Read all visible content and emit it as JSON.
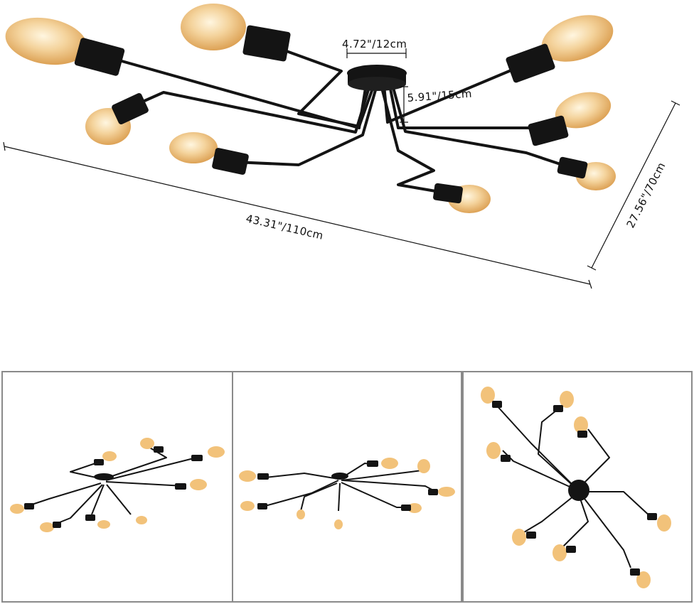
{
  "product": "ceiling-light",
  "dimensions": {
    "canopy_width": "4.72\"/12cm",
    "canopy_height": "5.91\"/15cm",
    "total_length": "43.31\"/110cm",
    "total_width": "27.56\"/70cm"
  },
  "views": [
    "angle-view",
    "front-view",
    "top-view"
  ],
  "colors": {
    "metal": "#141414",
    "bulb": "#f2c27a",
    "bulb_core": "#fff3d6",
    "frame": "#8a8a8a"
  }
}
